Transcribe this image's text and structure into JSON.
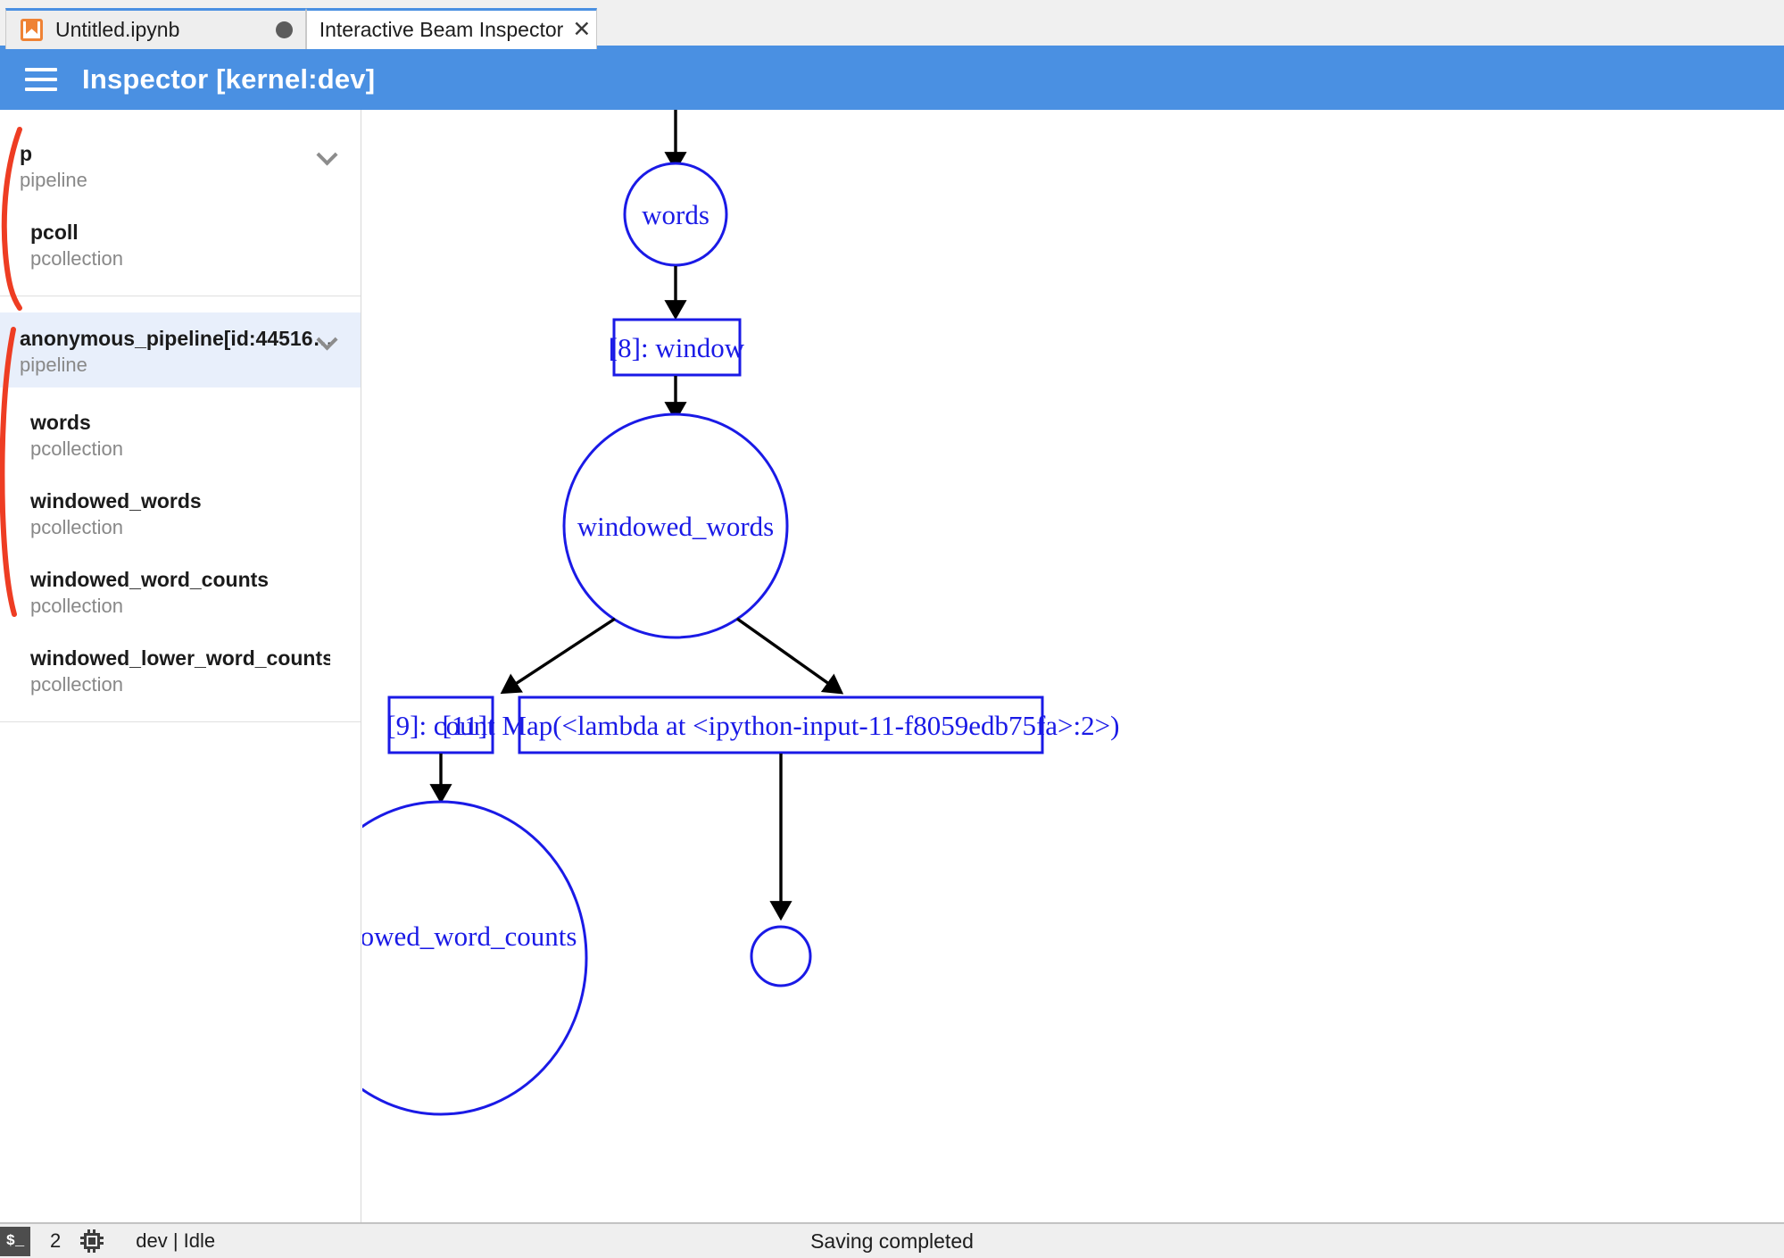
{
  "tabs": [
    {
      "label": "Untitled.ipynb",
      "icon": "notebook-icon",
      "modified": true,
      "closable": false,
      "active": false
    },
    {
      "label": "Interactive Beam Inspector",
      "icon": null,
      "modified": false,
      "closable": true,
      "active": true
    }
  ],
  "header": {
    "menu_icon": "hamburger-icon",
    "title": "Inspector [kernel:dev]",
    "accent_color": "#4a90e2"
  },
  "sidebar": {
    "groups": [
      {
        "items": [
          {
            "name": "p",
            "type": "pipeline",
            "chevron": true,
            "indented": false,
            "selected": false
          },
          {
            "name": "pcoll",
            "type": "pcollection",
            "chevron": false,
            "indented": true,
            "selected": false
          }
        ]
      },
      {
        "items": [
          {
            "name": "anonymous_pipeline[id:44516…",
            "type": "pipeline",
            "chevron": true,
            "indented": false,
            "selected": true
          },
          {
            "name": "words",
            "type": "pcollection",
            "chevron": false,
            "indented": true,
            "selected": false
          },
          {
            "name": "windowed_words",
            "type": "pcollection",
            "chevron": false,
            "indented": true,
            "selected": false
          },
          {
            "name": "windowed_word_counts",
            "type": "pcollection",
            "chevron": false,
            "indented": true,
            "selected": false
          },
          {
            "name": "windowed_lower_word_counts",
            "type": "pcollection",
            "chevron": false,
            "indented": true,
            "selected": false
          }
        ]
      }
    ],
    "annotation_color": "#ee3d23",
    "selected_bg": "#e8effb"
  },
  "graph": {
    "node_color": "#1a1ae6",
    "edge_color": "#000000",
    "nodes": [
      {
        "id": "words",
        "label": "words",
        "shape": "ellipse"
      },
      {
        "id": "window",
        "label": "[8]: window",
        "shape": "box"
      },
      {
        "id": "windowed_words",
        "label": "windowed_words",
        "shape": "ellipse"
      },
      {
        "id": "count",
        "label": "[9]: count",
        "shape": "box"
      },
      {
        "id": "map",
        "label": "[11]: Map(<lambda at <ipython-input-11-f8059edb75fa>:2>)",
        "shape": "box"
      },
      {
        "id": "windowed_word_counts",
        "label": "windowed_word_counts",
        "shape": "ellipse"
      },
      {
        "id": "unnamed",
        "label": "",
        "shape": "ellipse"
      }
    ],
    "edges": [
      {
        "from": "(top)",
        "to": "words"
      },
      {
        "from": "words",
        "to": "window"
      },
      {
        "from": "window",
        "to": "windowed_words"
      },
      {
        "from": "windowed_words",
        "to": "count"
      },
      {
        "from": "windowed_words",
        "to": "map"
      },
      {
        "from": "count",
        "to": "windowed_word_counts"
      },
      {
        "from": "map",
        "to": "unnamed"
      }
    ]
  },
  "statusbar": {
    "terminal_icon_label": "$_",
    "terminal_count": "2",
    "kernel_icon": "chip-icon",
    "kernel_status": "dev | Idle",
    "save_status": "Saving completed"
  }
}
